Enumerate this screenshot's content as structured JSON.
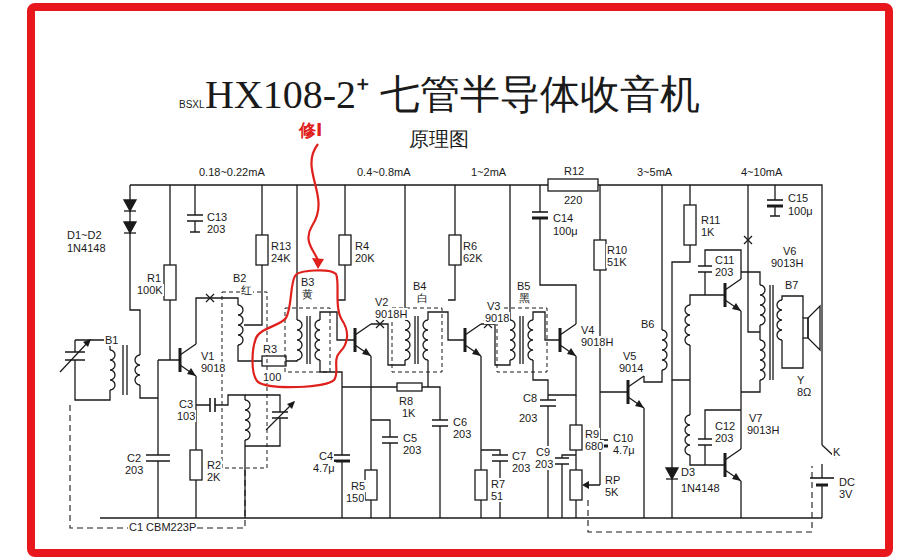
{
  "diagram": {
    "title": "HX108-2⁺ 七管半导体收音机",
    "nodes": [
      {
        "text": [
          "修I",
          "B3",
          "黄",
          "R3",
          "100"
        ]
      }
    ],
    "labels": [
      "BSXL",
      "原理图",
      "0.18~0.22mA",
      "0.4~0.8mA",
      "1~2mA",
      "R12",
      "220",
      "3~5mA",
      "4~10mA",
      "C15",
      "100μ",
      "D1~D2",
      "1N4148",
      "C13",
      "203",
      "R13",
      "24K",
      "R4",
      "20K",
      "R6",
      "62K",
      "C14",
      "100μ",
      "R10",
      "51K",
      "R11",
      "1K",
      "C11",
      "203",
      "V6",
      "9013H",
      "B7",
      "Y",
      "8Ω",
      "R1",
      "100K",
      "B2",
      "红",
      "B1",
      "V1",
      "9018",
      "V2",
      "9018H",
      "B4",
      "白",
      "V3",
      "9018",
      "B5",
      "黑",
      "V4",
      "9018H",
      "V5",
      "9014",
      "B6",
      "C12",
      "203",
      "V7",
      "9013H",
      "C3",
      "103",
      "R8",
      "1K",
      "C8",
      "203",
      "C2",
      "203",
      "R2",
      "2K",
      "C4",
      "4.7μ",
      "C5",
      "203",
      "C6",
      "203",
      "C7",
      "203",
      "R5",
      "150",
      "R7",
      "51",
      "R9",
      "680",
      "C9",
      "203",
      "C10",
      "4.7μ",
      "RP",
      "5K",
      "D3",
      "1N4148",
      "K",
      "DC",
      "3V",
      "C1 CBM223P"
    ]
  }
}
